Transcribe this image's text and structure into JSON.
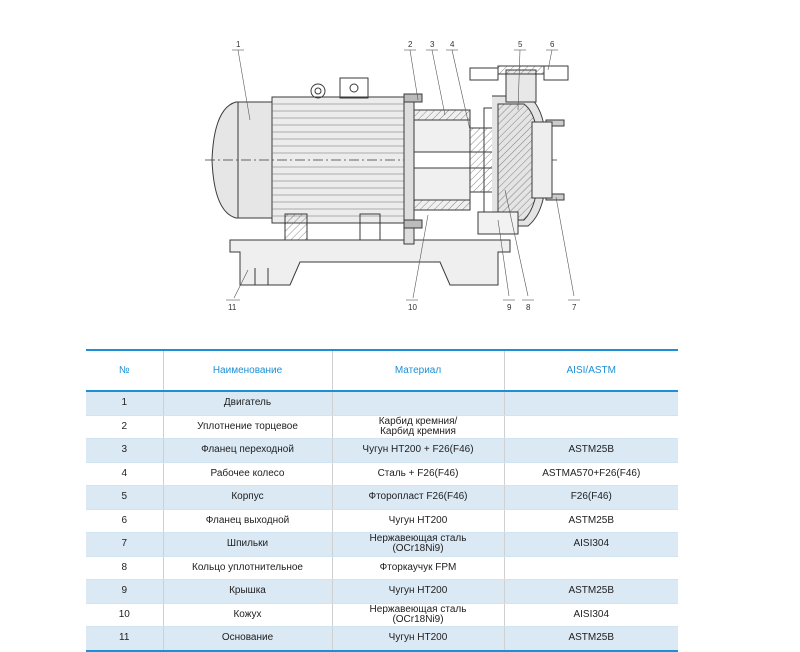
{
  "drawing": {
    "labels": [
      "1",
      "2",
      "3",
      "4",
      "5",
      "6",
      "7",
      "8",
      "9",
      "10",
      "11"
    ]
  },
  "table": {
    "headers": {
      "num": "№",
      "name": "Наименование",
      "material": "Материал",
      "aisi": "AISI/ASTM"
    },
    "rows": [
      {
        "num": "1",
        "name": "Двигатель",
        "material": "",
        "aisi": ""
      },
      {
        "num": "2",
        "name": "Уплотнение торцевое",
        "material": "Карбид кремния/\nКарбид кремния",
        "aisi": ""
      },
      {
        "num": "3",
        "name": "Фланец переходной",
        "material": "Чугун HT200 + F26(F46)",
        "aisi": "ASTM25B"
      },
      {
        "num": "4",
        "name": "Рабочее колесо",
        "material": "Сталь + F26(F46)",
        "aisi": "ASTMA570+F26(F46)"
      },
      {
        "num": "5",
        "name": "Корпус",
        "material": "Фторопласт F26(F46)",
        "aisi": "F26(F46)"
      },
      {
        "num": "6",
        "name": "Фланец выходной",
        "material": "Чугун HT200",
        "aisi": "ASTM25B"
      },
      {
        "num": "7",
        "name": "Шпильки",
        "material": "Нержавеющая сталь\n(OCr18Ni9)",
        "aisi": "AISI304"
      },
      {
        "num": "8",
        "name": "Кольцо уплотнительное",
        "material": "Фторкаучук FPM",
        "aisi": ""
      },
      {
        "num": "9",
        "name": "Крышка",
        "material": "Чугун HT200",
        "aisi": "ASTM25B"
      },
      {
        "num": "10",
        "name": "Кожух",
        "material": "Нержавеющая сталь\n(OCr18Ni9)",
        "aisi": "AISI304"
      },
      {
        "num": "11",
        "name": "Основание",
        "material": "Чугун HT200",
        "aisi": "ASTM25B"
      }
    ]
  }
}
